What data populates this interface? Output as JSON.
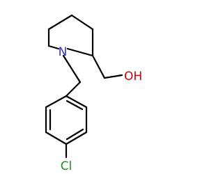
{
  "molecule": {
    "atoms": {
      "nitrogen": {
        "label": "N",
        "color": "#3333cc"
      },
      "hydroxyl": {
        "label": "OH",
        "color": "#cc0000"
      },
      "chlorine": {
        "label": "Cl",
        "color": "#228b22"
      }
    },
    "bond_color": "#000000"
  }
}
